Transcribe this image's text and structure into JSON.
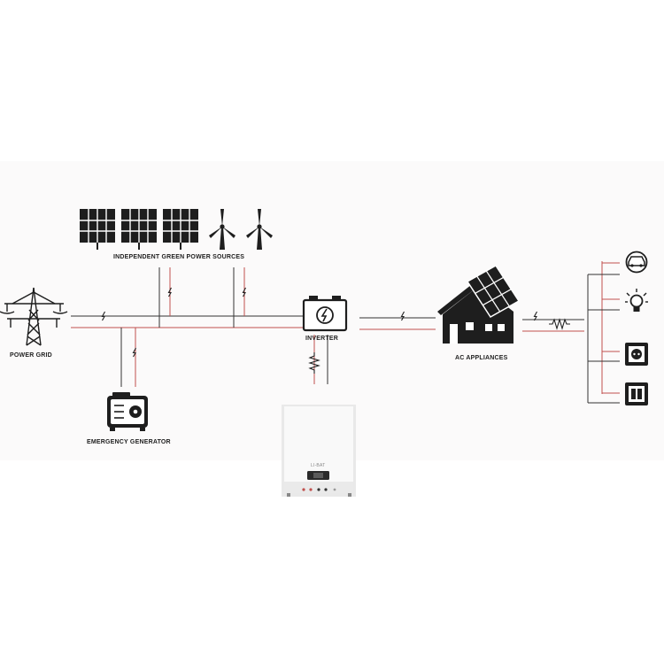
{
  "labels": {
    "green_sources": "INDEPENDENT GREEN POWER SOURCES",
    "power_grid": "POWER GRID",
    "inverter": "INVERTER",
    "ac_appliances": "AC APPLIANCES",
    "emergency_generator": "EMERGENCY GENERATOR",
    "battery_brand": "LI-BAT"
  },
  "colors": {
    "line_dark": "#333333",
    "line_red": "#c0504d",
    "icon_dark": "#1e1e1e"
  },
  "icons": [
    "power-grid-tower-icon",
    "solar-panel-icon",
    "wind-turbine-icon",
    "inverter-icon",
    "house-with-solar-roof-icon",
    "emergency-generator-icon",
    "lithium-battery-icon",
    "electric-car-icon",
    "light-bulb-icon",
    "power-socket-icon",
    "light-switch-icon",
    "lightning-bolt-icon",
    "resistor-icon"
  ]
}
